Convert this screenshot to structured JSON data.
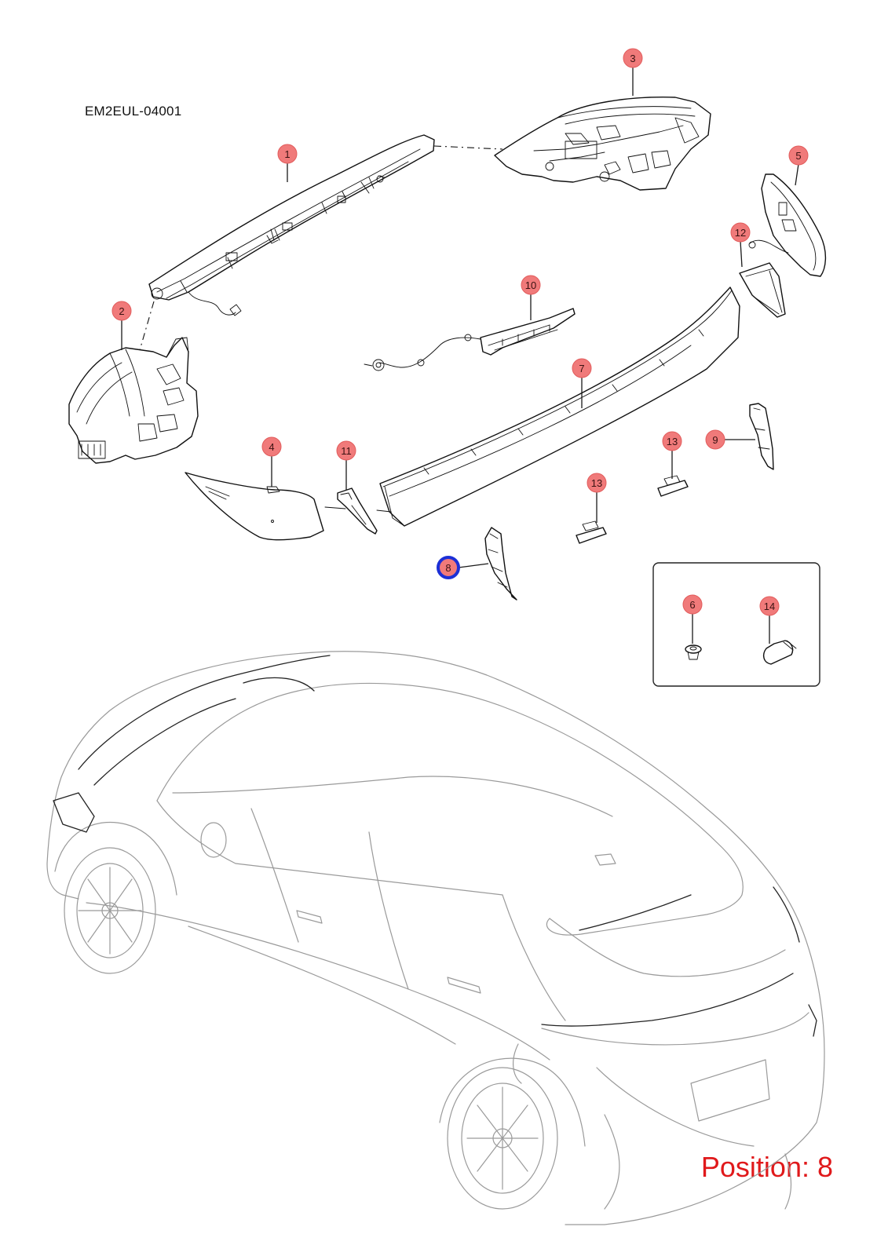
{
  "drawing": {
    "code": "EM2EUL-04001",
    "position_label": "Position: 8"
  },
  "callouts": [
    {
      "id": "1",
      "label": "1"
    },
    {
      "id": "2",
      "label": "2"
    },
    {
      "id": "3",
      "label": "3"
    },
    {
      "id": "4",
      "label": "4"
    },
    {
      "id": "5",
      "label": "5"
    },
    {
      "id": "6",
      "label": "6"
    },
    {
      "id": "7",
      "label": "7"
    },
    {
      "id": "8",
      "label": "8",
      "selected": true
    },
    {
      "id": "9",
      "label": "9"
    },
    {
      "id": "10",
      "label": "10"
    },
    {
      "id": "11",
      "label": "11"
    },
    {
      "id": "12",
      "label": "12"
    },
    {
      "id": "13a",
      "label": "13"
    },
    {
      "id": "13b",
      "label": "13"
    },
    {
      "id": "14",
      "label": "14"
    }
  ],
  "colors": {
    "callout_fill": "#f07a7a",
    "selected_ring": "#1c2fd6",
    "position_text": "#e0191b",
    "car_outline": "#9a9a9a"
  }
}
